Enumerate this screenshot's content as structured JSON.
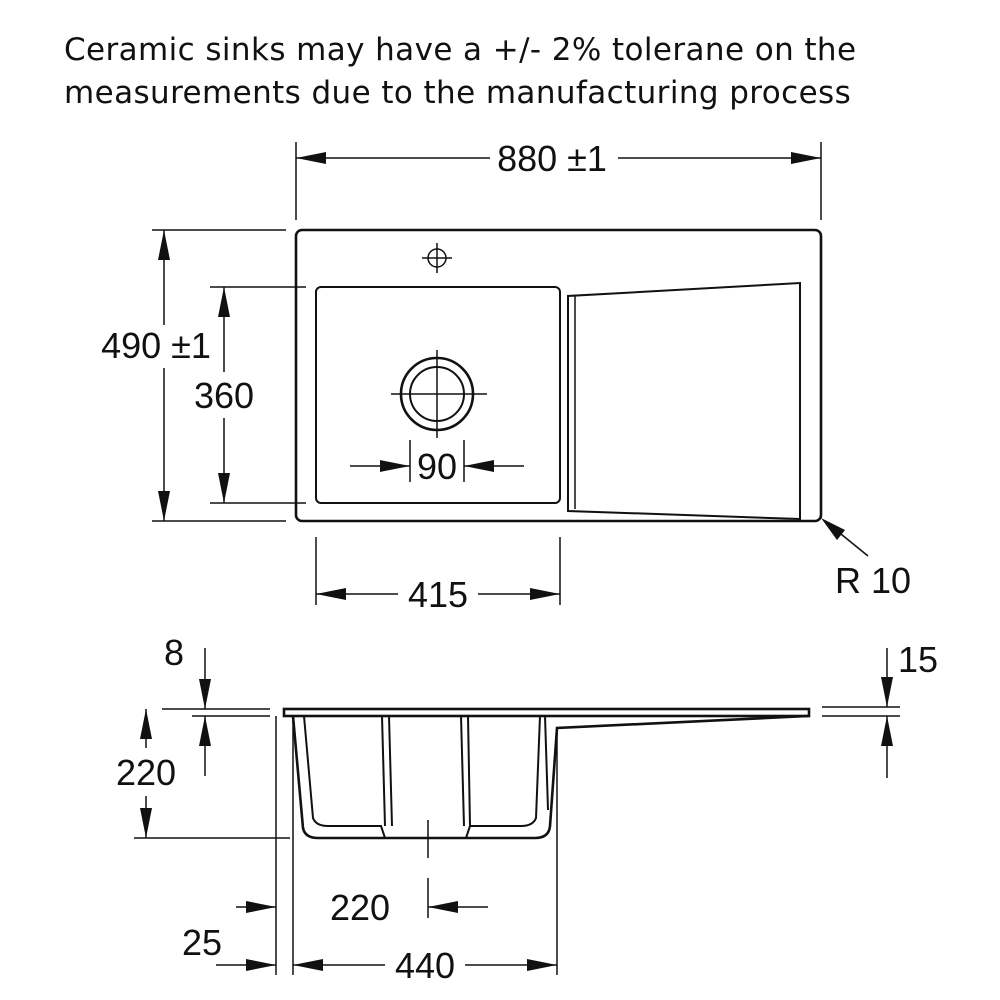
{
  "note": {
    "line1": "Ceramic sinks may have a +/- 2% tolerane on the",
    "line2": "measurements due to the manufacturing process"
  },
  "dimensions": {
    "overall_width": "880 ±1",
    "overall_depth": "490 ±1",
    "bowl_depth": "360",
    "waste_diameter": "90",
    "bowl_width": "415",
    "corner_radius": "R 10",
    "rim_thickness": "8",
    "drainer_thickness": "15",
    "bowl_height": "220",
    "waste_offset": "220",
    "edge_offset": "25",
    "bowl_section_width": "440"
  },
  "icons": {
    "tap_hole": "tap-hole-icon",
    "waste_outlet": "waste-outlet-icon"
  }
}
